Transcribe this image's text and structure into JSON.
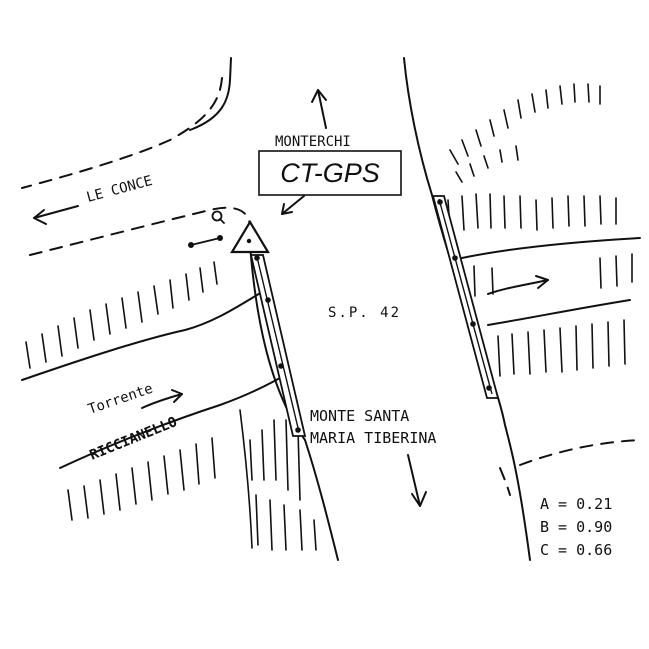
{
  "map": {
    "label_monterchi": "MONTERCHI",
    "station_box_label": "CT-GPS",
    "label_le_conce": "LE CONCE",
    "label_road": "S.P. 42",
    "label_torrente": "Torrente",
    "label_riccianello": "RICCIANELLO",
    "label_monte_line1": "MONTE SANTA",
    "label_monte_line2": "MARIA TIBERINA"
  },
  "legend": {
    "rows": [
      {
        "key": "A",
        "value": "A = 0.21"
      },
      {
        "key": "B",
        "value": "B = 0.90"
      },
      {
        "key": "C",
        "value": "C = 0.66"
      }
    ]
  }
}
